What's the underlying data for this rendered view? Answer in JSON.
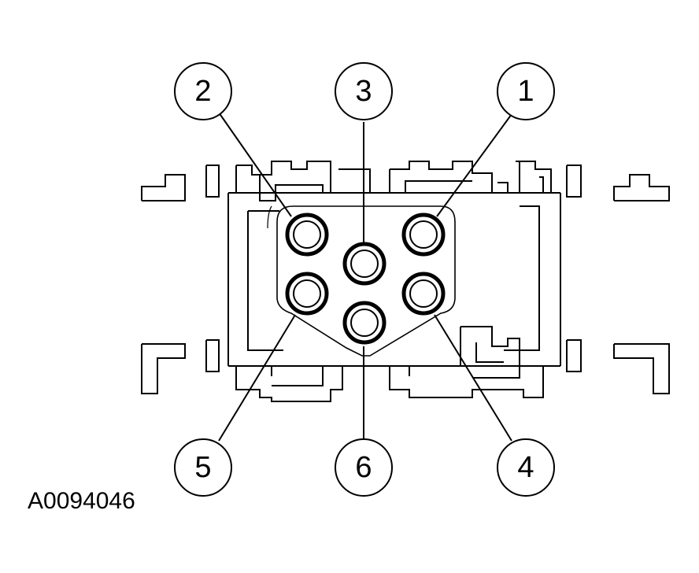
{
  "figure_id": "A0094046",
  "callouts": {
    "c1": "1",
    "c2": "2",
    "c3": "3",
    "c4": "4",
    "c5": "5",
    "c6": "6"
  }
}
